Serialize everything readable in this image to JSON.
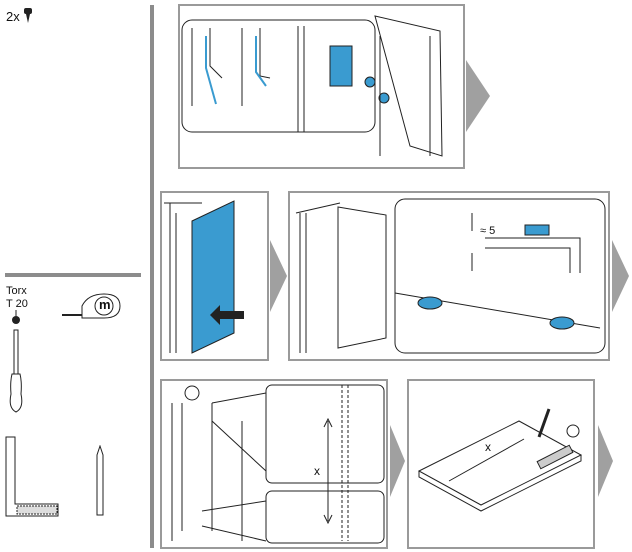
{
  "parts": {
    "screw_count": "2x",
    "icon": "screw-icon"
  },
  "tools": {
    "torx_label": "Torx",
    "torx_size": "T 20",
    "tape_measure_unit": "m",
    "items": [
      "screwdriver-icon",
      "tape-measure-icon",
      "set-square-icon",
      "pencil-icon"
    ]
  },
  "steps": {
    "gap_label": "≈ 5",
    "measure_label_1": "x",
    "measure_label_2": "x"
  },
  "colors": {
    "accent": "#3a9bd0",
    "frame": "#9a9a9a",
    "arrow": "#a0a0a0"
  }
}
